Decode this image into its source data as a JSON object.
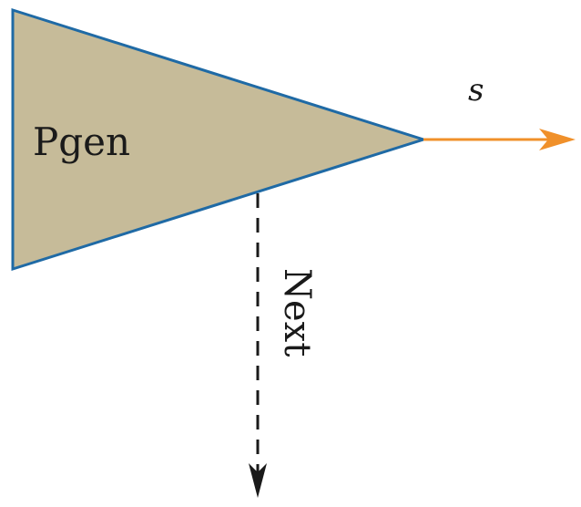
{
  "generator": {
    "label": "Pgen"
  },
  "output_edge": {
    "label": "s"
  },
  "next_edge": {
    "label": "Next",
    "style": "dashed"
  },
  "colors": {
    "generator_fill": "#c6bb99",
    "generator_stroke": "#1f6aa5",
    "output_arrow": "#f0902a",
    "next_arrow": "#1a1a1a"
  }
}
